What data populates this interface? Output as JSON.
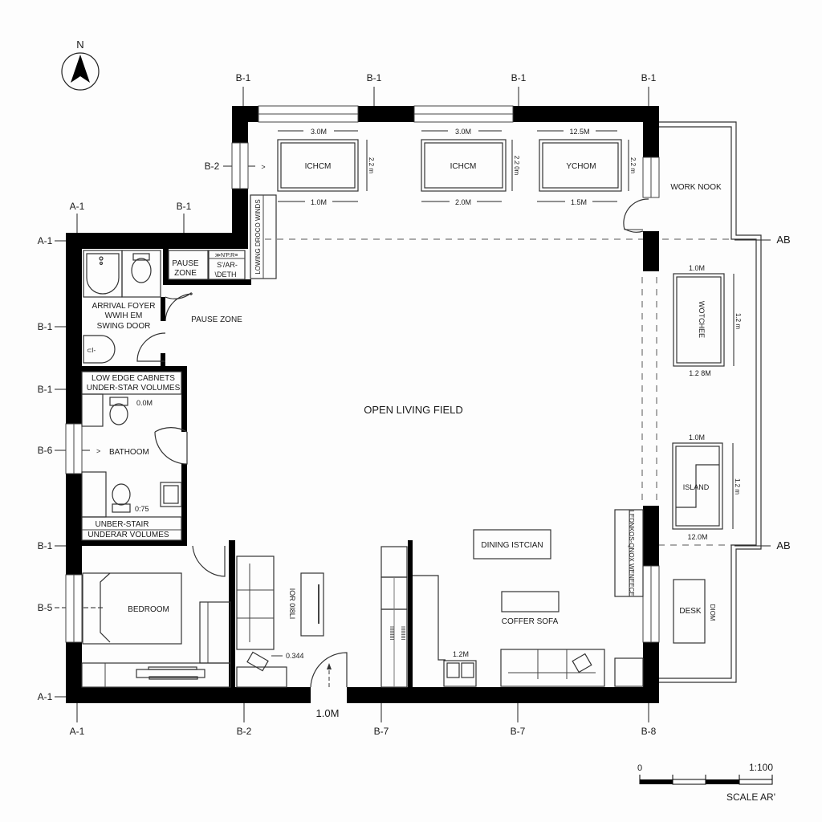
{
  "north_arrow": {
    "label": "N"
  },
  "grid_labels": {
    "top": [
      "B-1",
      "B-1",
      "B-1",
      "B-1"
    ],
    "left_upper": [
      "A-1",
      "B-1"
    ],
    "left": [
      "A-1",
      "B-1",
      "B-1",
      "B-6",
      "B-1",
      "B-5",
      "A-1"
    ],
    "b2_window": "B-2",
    "right": [
      "AB",
      "AB"
    ],
    "bottom": [
      "A-1",
      "B-2",
      "B-7",
      "B-7",
      "B-8"
    ]
  },
  "top_rooms": [
    {
      "label": "ICHCM",
      "dim_top": "3.0M",
      "dim_bottom": "1.0M",
      "dim_side": "2.2 m"
    },
    {
      "label": "ICHCM",
      "dim_top": "3.0M",
      "dim_bottom": "2.0M",
      "dim_side": "2.2 0m"
    },
    {
      "label": "YCHOM",
      "dim_top": "12.5M",
      "dim_bottom": "1.5M",
      "dim_side": "2.2 m"
    }
  ],
  "rooms": {
    "work_nook": "WORK NOOK",
    "pause_zone_small_1": "PAUSE",
    "pause_zone_small_2": "ZONE",
    "stair_1": "S'/AR-",
    "stair_2": "\\DETH",
    "stair_top": "≫N'P.R≡",
    "arrival_1": "ARRIVAL FOYER",
    "arrival_2": "WWIH EM",
    "arrival_3": "SWING DOOR",
    "pause_zone": "PAUSE ZONE",
    "cabinets_1": "LOW EDGE CABNETS",
    "cabinets_2": "UNDER-STAR VOLUMES",
    "bath_dim_1": "0.0M",
    "bathroom": "BATHOOM",
    "bath_dim_2": "0:75",
    "understair_1": "UNBER-STAIR",
    "understair_2": "UNDERAR VOLUMES",
    "open_living": "OPEN LIVING FIELD",
    "bedroom": "BEDROOM",
    "tv_unit": "IOR 0I8LI",
    "chair_dim": "0.344",
    "entry_dim": "1.0M",
    "dining": "DINING ISTCIAN",
    "coffee_sofa": "COFFER SOFA",
    "sink_dim": "1.2M",
    "desk": "DESK",
    "desk_dim": "DIOM",
    "storage_left": "LOWING DROCO WINDS",
    "storage_right": "LEDNKOS-QNOX WENEECE"
  },
  "right_furniture": [
    {
      "label": "WOTCHEE",
      "dim_top": "1.0M",
      "dim_bottom": "1.2 8M",
      "dim_side": "1.2 m"
    },
    {
      "label": "ISLAND",
      "dim_top": "1.0M",
      "dim_bottom": "12.0M",
      "dim_side": "1.2 m"
    }
  ],
  "scale_bar": {
    "start": "0",
    "ratio": "1:100",
    "caption": "SCALE AR'"
  }
}
